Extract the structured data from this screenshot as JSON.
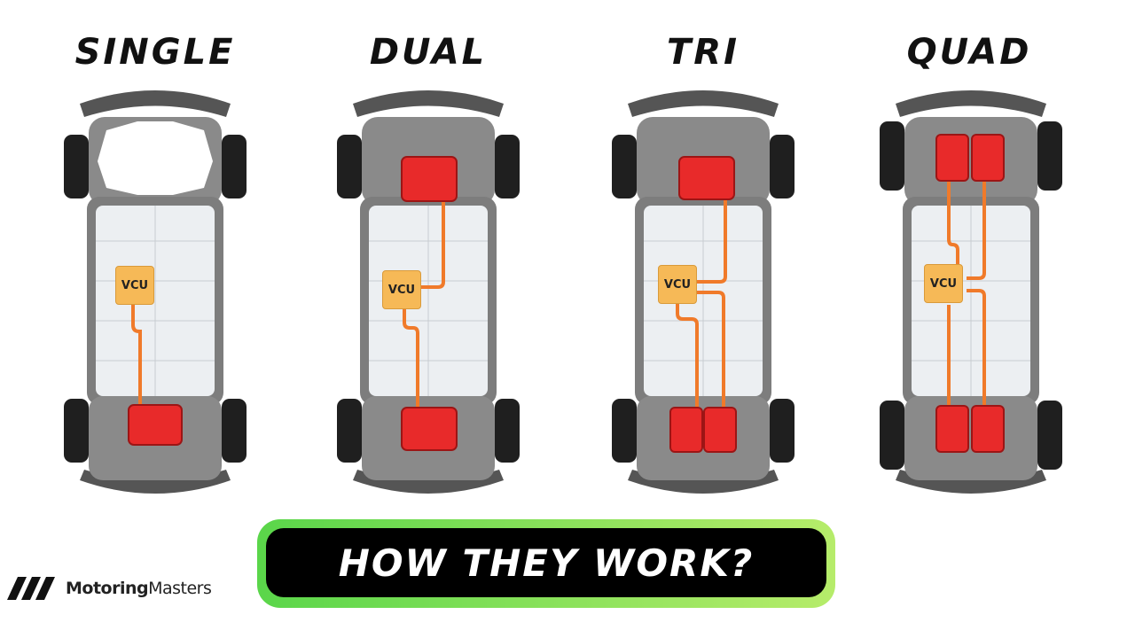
{
  "titles": {
    "single": "SINGLE",
    "dual": "DUAL",
    "tri": "TRI",
    "quad": "QUAD"
  },
  "vcu_label": "VCU",
  "cta": "HOW THEY WORK?",
  "brand": {
    "bold": "Motoring",
    "light": "Masters"
  },
  "colors": {
    "motor": "#e82a2a",
    "wire": "#f07a2a",
    "vcu": "#f6b957",
    "cta_gradient_start": "#5ad64a",
    "cta_gradient_end": "#b6ec6a"
  }
}
